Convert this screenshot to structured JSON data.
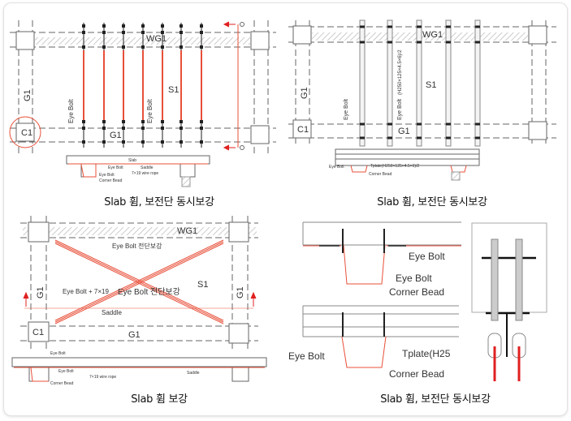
{
  "colors": {
    "rope": "#e8503a",
    "line": "#555555",
    "accent": "#e02020"
  },
  "panels": [
    {
      "caption": "Slab 휨, 보전단 동시보강",
      "labels": {
        "wg1": "WG1",
        "g1_vert": "G1",
        "g1": "G1",
        "c1": "C1",
        "s1": "S1",
        "eye_bolt": "Eye Bolt",
        "slab": "Slab",
        "saddle": "Saddle",
        "section_eye_bolt": "Eye Bolt",
        "section_eye_bolt2": "Eye Bolt",
        "wire_rope": "7×19 wire rope",
        "corner_bead": "Corner Bead"
      }
    },
    {
      "caption": "Slab 휨, 보전단 동시보강",
      "labels": {
        "wg1": "WG1",
        "g1_vert": "G1",
        "g1": "G1",
        "c1": "C1",
        "s1": "S1",
        "eye_bolt": "Eye Bolt",
        "tplate_vert": "(H250×125×4.5×6)/2",
        "section_eye_bolt": "Eye Bolt",
        "tplate": "Tplate(H250×125×4.5×6)/2",
        "corner_bead": "Corner Bead"
      }
    },
    {
      "caption": "Slab 휨 보강",
      "labels": {
        "wg1": "WG1",
        "g1_vert": "G1",
        "g1_vert_right": "G1",
        "g1": "G1",
        "c1": "C1",
        "s1": "S1",
        "eye_bolt_shear": "Eye Bolt 전단보강",
        "eye_bolt_rope": "Eye Bolt + 7×19",
        "eye_bolt_shear2": "Eye Bolt 전단보강",
        "saddle": "Saddle",
        "section_eye_bolt": "Eye Bolt",
        "section_eye_bolt2": "Eye Bolt",
        "wire_rope": "7×19 wire rope",
        "section_saddle": "Saddle",
        "corner_bead": "Corner Bead"
      }
    },
    {
      "caption": "Slab 휨, 보전단 동시보강",
      "labels": {
        "eye_bolt_a": "Eye Bolt",
        "eye_bolt_b": "Eye Bolt",
        "corner_bead_a": "Corner Bead",
        "eye_bolt_c": "Eye Bolt",
        "tplate": "Tplate(H25",
        "corner_bead_b": "Corner Bead"
      }
    }
  ]
}
